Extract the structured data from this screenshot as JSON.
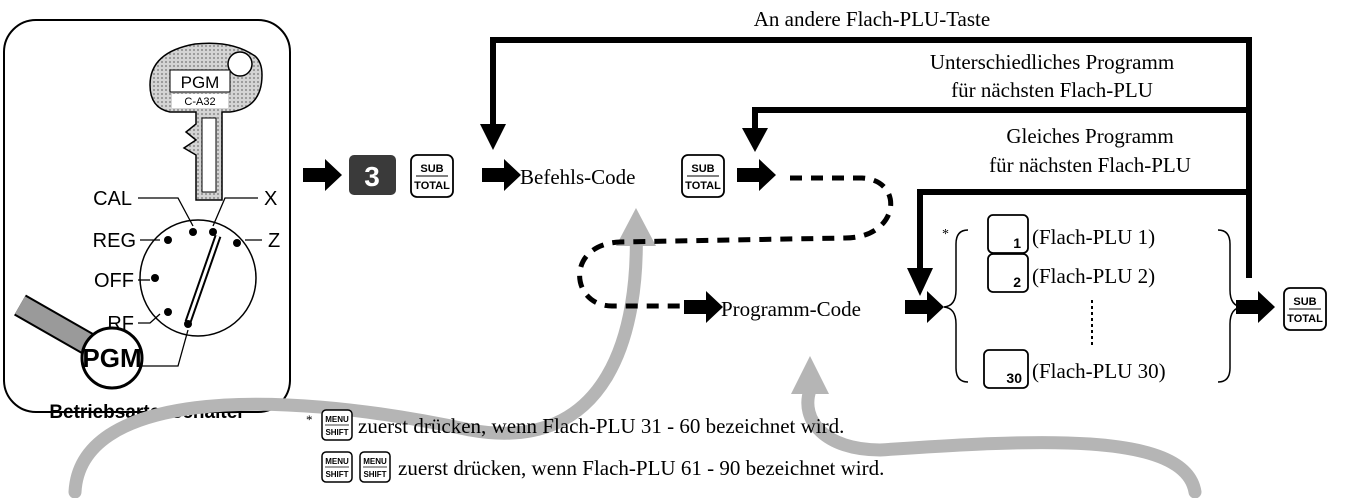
{
  "mode_switch": {
    "caption": "Betriebsartenschalter",
    "key_label": "PGM",
    "key_model": "C-A32",
    "positions": {
      "cal": "CAL",
      "x": "X",
      "reg": "REG",
      "z": "Z",
      "off": "OFF",
      "rf": "RF",
      "pgm": "PGM"
    }
  },
  "keys": {
    "digit_3": "3",
    "sub": "SUB",
    "total": "TOTAL",
    "menu": "MENU",
    "shift": "SHIFT"
  },
  "flow": {
    "command_code": "Befehls-Code",
    "program_code": "Programm-Code",
    "loop_other_key": "An andere Flach-PLU-Taste",
    "loop_different_program": [
      "Unterschiedliches Programm",
      "für nächsten Flach-PLU"
    ],
    "loop_same_program": [
      "Gleiches Programm",
      "für nächsten Flach-PLU"
    ]
  },
  "flat_plu": {
    "asterisk": "*",
    "items": [
      {
        "key": "1",
        "label": "(Flach-PLU 1)"
      },
      {
        "key": "2",
        "label": "(Flach-PLU 2)"
      },
      {
        "key": "30",
        "label": "(Flach-PLU 30)"
      }
    ]
  },
  "notes": {
    "asterisk": "*",
    "note1": "zuerst drücken, wenn Flach-PLU 31 - 60 bezeichnet wird.",
    "note2": "zuerst drücken, wenn Flach-PLU 61 - 90 bezeichnet wird."
  },
  "colors": {
    "ink": "#000000",
    "curve_gray": "#b5b5b5",
    "key_dark": "#3a3a3a",
    "key_dots": "#9a9a9a"
  }
}
